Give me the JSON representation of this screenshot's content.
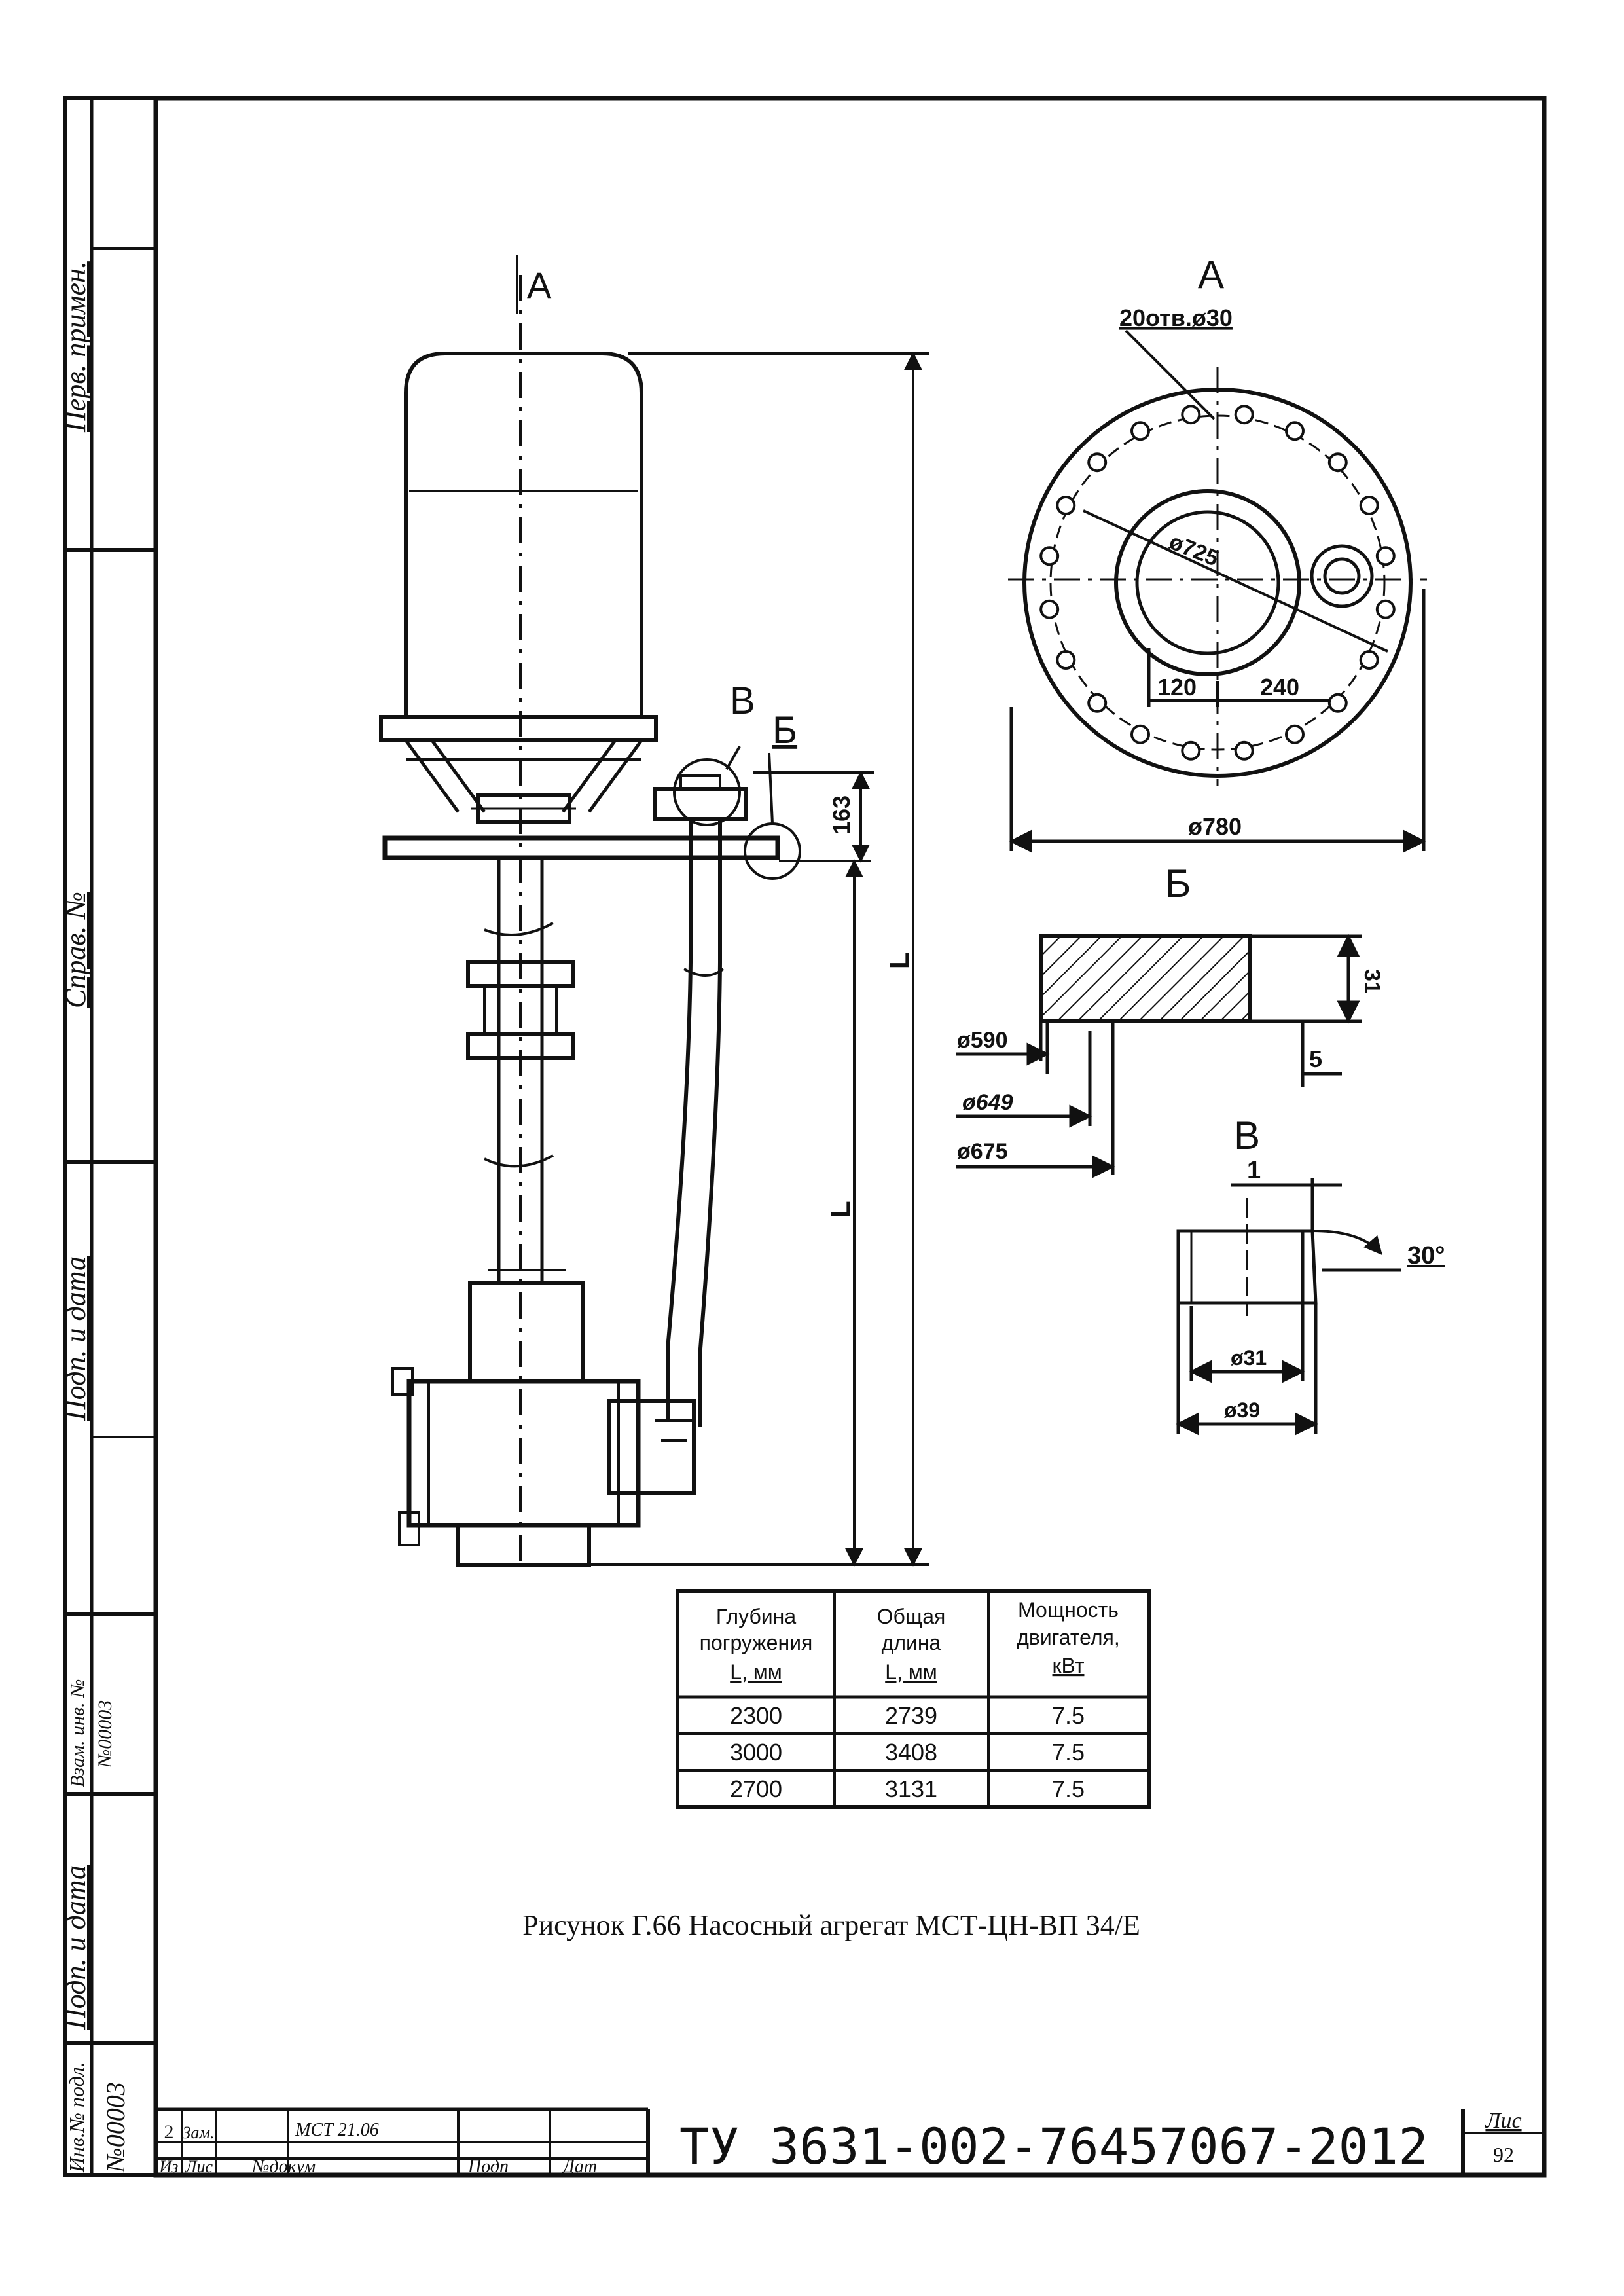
{
  "side_stamp": {
    "perv_primen": "Перв. примен.",
    "sprav_no": "Справ. №",
    "podp_data_1": "Подп. и дата",
    "vzam_inv": "Взам. инв. №",
    "vzam_inv_value": "№00003",
    "podp_data_2": "Подп. и дата",
    "inv_podl": "Инв.№ подл.",
    "inv_podl_value": "№00003"
  },
  "drawing": {
    "view_a_mark": "A",
    "view_a_title": "A",
    "holes_note": "20отв.ø30",
    "dia_725": "ø725",
    "dim_120": "120",
    "dim_240": "240",
    "dia_780": "ø780",
    "callout_v": "В",
    "callout_b": "Б",
    "dim_163": "163",
    "dim_L": "L",
    "dim_L1": "L",
    "detail_b_title": "Б",
    "dim_31": "31",
    "dim_5": "5",
    "dia_590": "ø590",
    "dia_649": "ø649",
    "dia_675": "ø675",
    "detail_v_title": "В",
    "dim_1": "1",
    "angle_30": "30°",
    "dia_31": "ø31",
    "dia_39": "ø39"
  },
  "table": {
    "headers": [
      [
        "Глубина",
        "погружения",
        "L, мм"
      ],
      [
        "Общая",
        "длина",
        "L, мм"
      ],
      [
        "Мощность",
        "двигателя,",
        "кВт"
      ]
    ],
    "rows": [
      [
        "2300",
        "2739",
        "7.5"
      ],
      [
        "3000",
        "3408",
        "7.5"
      ],
      [
        "2700",
        "3131",
        "7.5"
      ]
    ]
  },
  "caption": "Рисунок Г.66 Насосный агрегат МСТ-ЦН-ВП 34/Е",
  "title_block": {
    "rev": "2",
    "zam": "Зам.",
    "doc": "МСТ 21.06",
    "col_iz": "Из",
    "col_lis": "Лис",
    "col_doc": "№докум",
    "col_podp": "Подп",
    "col_dat": "Дат",
    "designation": "ТУ 3631-002-76457067-2012",
    "sheet_label": "Лис",
    "sheet_no": "92"
  }
}
